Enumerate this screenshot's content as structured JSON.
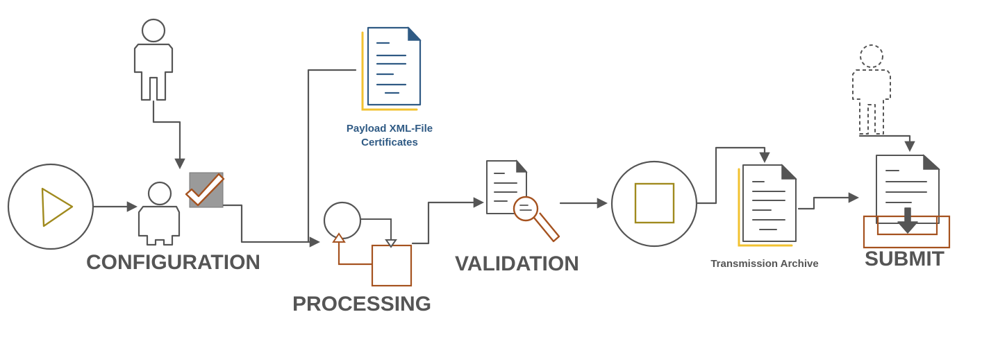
{
  "stages": {
    "configuration": "CONFIGURATION",
    "processing": "PROCESSING",
    "validation": "VALIDATION",
    "submit": "SUBMIT"
  },
  "documents": {
    "payload_line1": "Payload XML-File",
    "payload_line2": "Certificates",
    "archive": "Transmission Archive"
  },
  "icons": {
    "start_event": "play-circle-icon",
    "operator": "person-icon",
    "config_done": "checkbox-checked-icon",
    "payload_doc": "document-icon",
    "processing": "process-cycle-icon",
    "validation": "document-magnifier-icon",
    "stop_event": "stop-circle-icon",
    "archive_doc": "document-icon",
    "recipient": "person-dashed-icon",
    "submit": "inbox-tray-icon"
  },
  "colors": {
    "line": "#555555",
    "label": "#555555",
    "accent_olive": "#a08a1e",
    "accent_rust": "#a5521f",
    "doc_blue": "#2f5a84",
    "doc_highlight": "#f2c230",
    "checkbox_fill": "#9a9a9a"
  }
}
